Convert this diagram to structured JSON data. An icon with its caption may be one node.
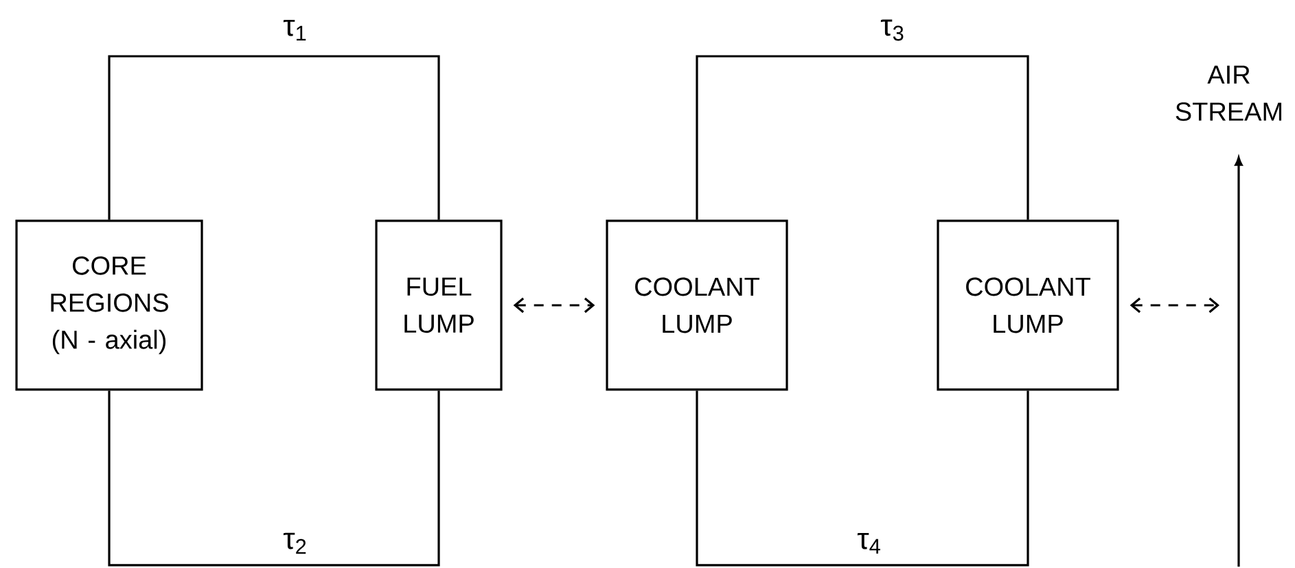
{
  "diagram": {
    "nodes": [
      {
        "text": [
          "CORE REGIONS (N - axial)"
        ]
      },
      {
        "text": [
          "FUEL LUMP"
        ]
      },
      {
        "text": [
          "COOLANT LUMP"
        ]
      },
      {
        "text": [
          "COOLANT LUMP"
        ]
      },
      {
        "text": [
          "AIR STREAM"
        ]
      }
    ],
    "edges": [
      {
        "from": 0,
        "to": 1,
        "arrow": "none",
        "label": "τ$_{1}$"
      },
      {
        "from": 0,
        "to": 1,
        "arrow": "none",
        "label": "τ$_{2}$"
      },
      {
        "from": 2,
        "to": 3,
        "arrow": "none",
        "label": "τ$_{3}$"
      },
      {
        "from": 2,
        "to": 3,
        "arrow": "none",
        "label": "τ$_{4}$"
      },
      {
        "from": 1,
        "to": 2,
        "arrow": "both",
        "style": "dashed"
      },
      {
        "from": 3,
        "to": null,
        "arrow": "both",
        "style": "dashed"
      },
      {
        "from": null,
        "to": 4,
        "arrow": "to"
      }
    ]
  }
}
